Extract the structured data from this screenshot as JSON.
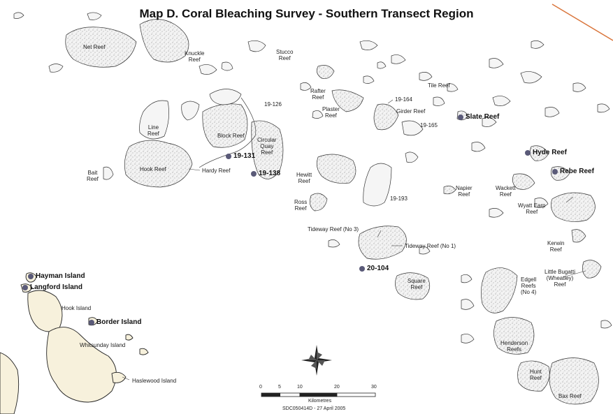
{
  "title": "Map D. Coral Bleaching Survey - Southern Transect Region",
  "colors": {
    "island_fill": "#f7f1dc",
    "site_dot": "#5a5a78",
    "boundary_line": "#d9743a"
  },
  "reef_labels": {
    "net_reef": "Net Reef",
    "knuckle_reef": "Knuckle\nReef",
    "stucco_reef": "Stucco\nReef",
    "tile_reef": "Tile Reef",
    "rafter_reef": "Rafter\nReef",
    "plaster_reef": "Plaster\nReef",
    "r19_164": "19-164",
    "girder_reef": "Girder Reef",
    "r19_165": "19-165",
    "r19_126": "19-126",
    "line_reef": "Line\nReef",
    "block_reef": "Block Reef",
    "circular_quay": "Circular\nQuay\nReef",
    "bait_reef": "Bait\nReef",
    "hook_reef": "Hook Reef",
    "hardy_reef": "Hardy Reef",
    "hewitt_reef": "Hewitt\nReef",
    "ross_reef": "Ross\nReef",
    "r19_193": "19-193",
    "napier_reef": "Napier\nReef",
    "wackett_reef": "Wackett\nReef",
    "wyatt_earp_reef": "Wyatt Earp\nReef",
    "tideway_no3": "Tideway Reef (No 3)",
    "tideway_no1": "Tideway Reef (No 1)",
    "kerwin_reef": "Kerwin\nReef",
    "little_bugatti": "Little Bugatti\n(Wheatley)\nReef",
    "square_reef": "Square\nReef",
    "edgell_reefs": "Edgell\nReefs\n(No 4)",
    "henderson_reefs": "Henderson\nReefs",
    "hunt_reef": "Hunt\nReef",
    "bax_reef": "Bax Reef"
  },
  "island_labels": {
    "hook_island": "Hook Island",
    "whitsunday_island": "Whitsunday Island",
    "haslewood_island": "Haslewood Island"
  },
  "survey_sites": {
    "slate_reef": "Slate Reef",
    "hyde_reef": "Hyde Reef",
    "rebe_reef": "Rebe Reef",
    "s19_131": "19-131",
    "s19_138": "19-138",
    "s20_104": "20-104",
    "hayman_island": "Hayman Island",
    "langford_island": "Langford Island",
    "border_island": "Border Island"
  },
  "scale_bar": {
    "ticks": [
      "0",
      "5",
      "10",
      "20",
      "30"
    ],
    "units": "Kilometres",
    "credit": "SDC050414D - 27 April 2005"
  }
}
